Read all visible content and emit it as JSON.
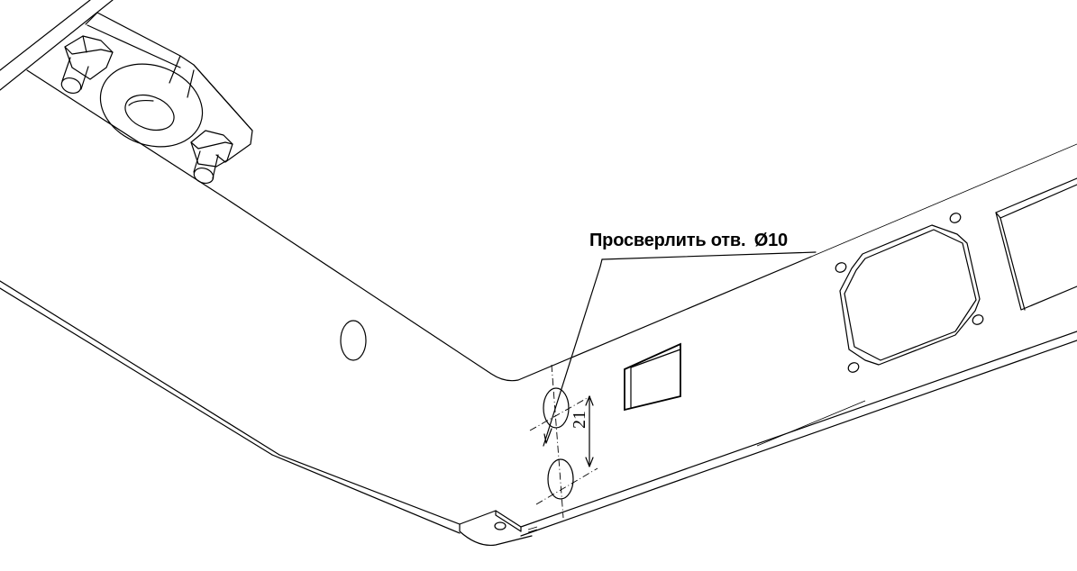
{
  "drawing": {
    "type": "isometric technical drawing",
    "annotation": {
      "label": "Просверлить отв.",
      "diameter_symbol": "Ø",
      "diameter_value": "10"
    },
    "dimension": {
      "value": "21"
    },
    "colors": {
      "line": "#000000",
      "background": "#ffffff"
    },
    "components": [
      "bracket-with-bolts",
      "angled-sheet-panel",
      "existing-hole",
      "drill-hole-1",
      "drill-hole-2",
      "small-rectangular-cutout",
      "octagonal-fan-cutout",
      "mounting-holes",
      "large-rectangular-cutout",
      "corner-tab"
    ]
  }
}
